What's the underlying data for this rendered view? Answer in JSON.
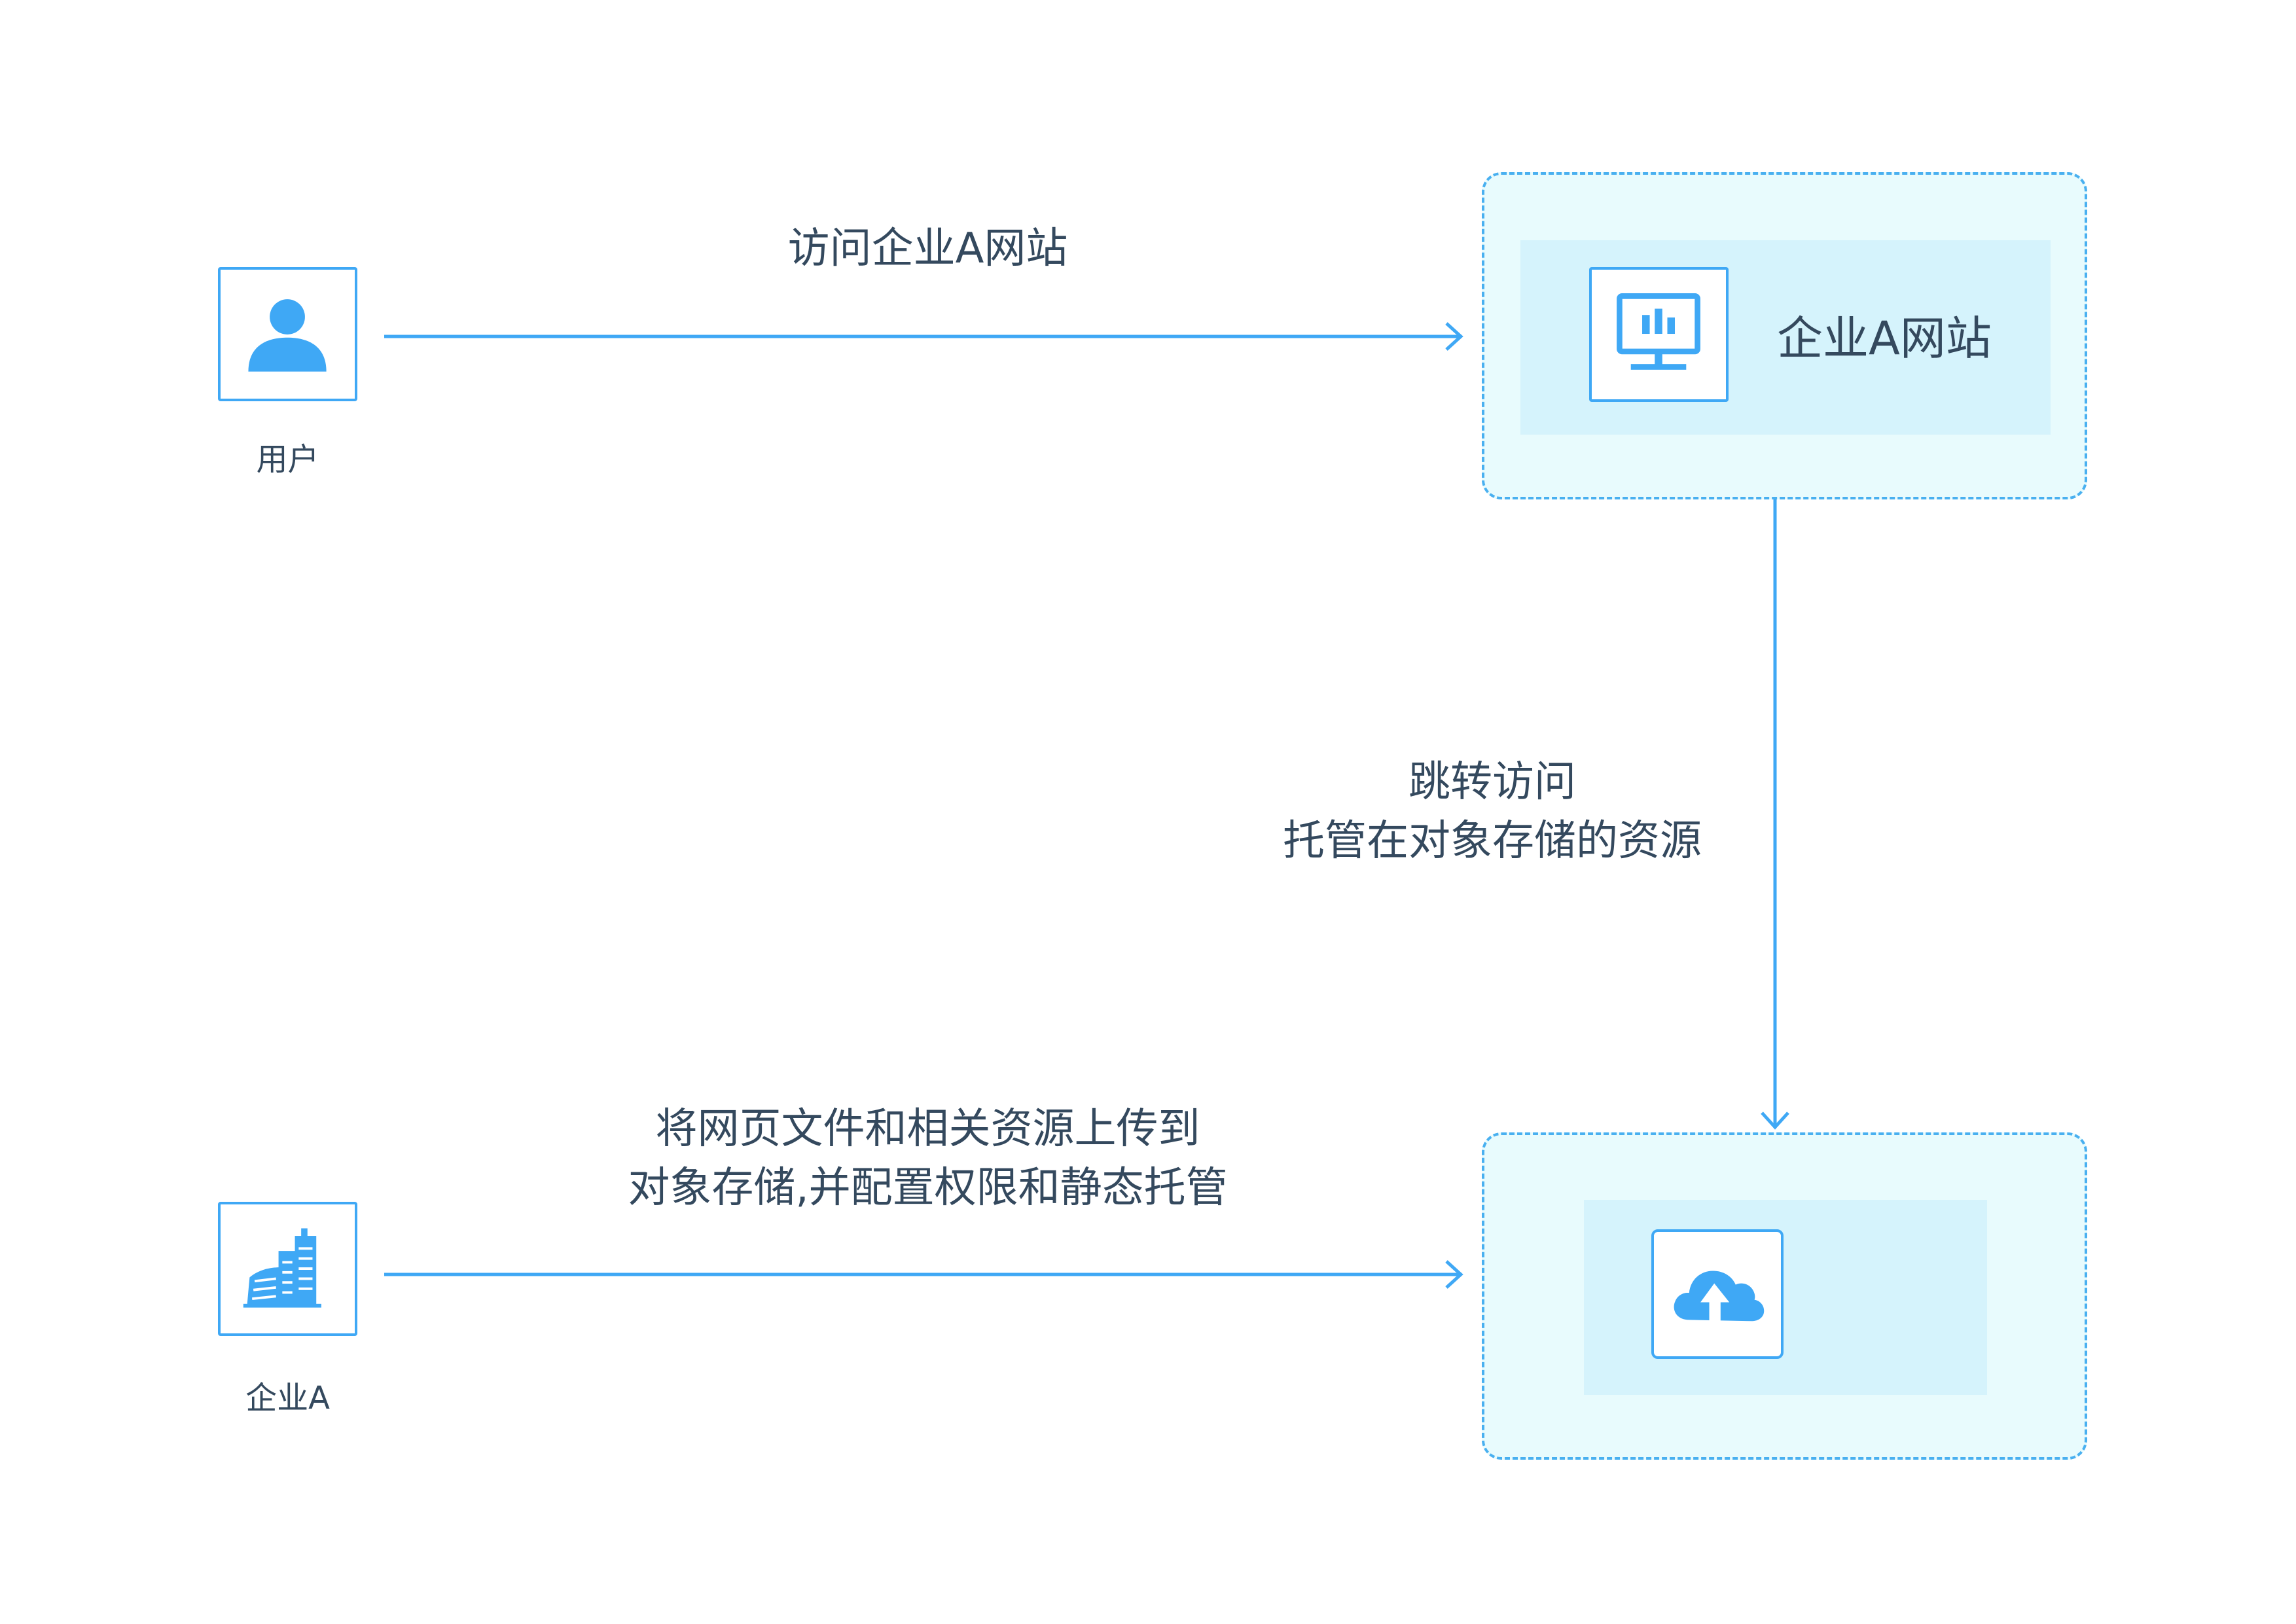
{
  "nodes": {
    "user": {
      "caption": "用户",
      "icon": "user-icon"
    },
    "company": {
      "caption": "企业A",
      "icon": "building-icon"
    },
    "website": {
      "title": "企业A网站",
      "icon": "monitor-chart-icon"
    },
    "storage": {
      "icon": "cloud-upload-icon"
    }
  },
  "edges": {
    "visit": {
      "text": "访问企业A网站"
    },
    "redirect": {
      "line1": "跳转访问",
      "line2": "托管在对象存储的资源"
    },
    "upload": {
      "line1": "将网页文件和相关资源上传到",
      "line2": "对象存储,并配置权限和静态托管"
    }
  },
  "colors": {
    "accent": "#3fa8f5",
    "container_fill": "#e8fbfd",
    "panel_fill": "#d5f3fc",
    "text": "#34495e"
  }
}
